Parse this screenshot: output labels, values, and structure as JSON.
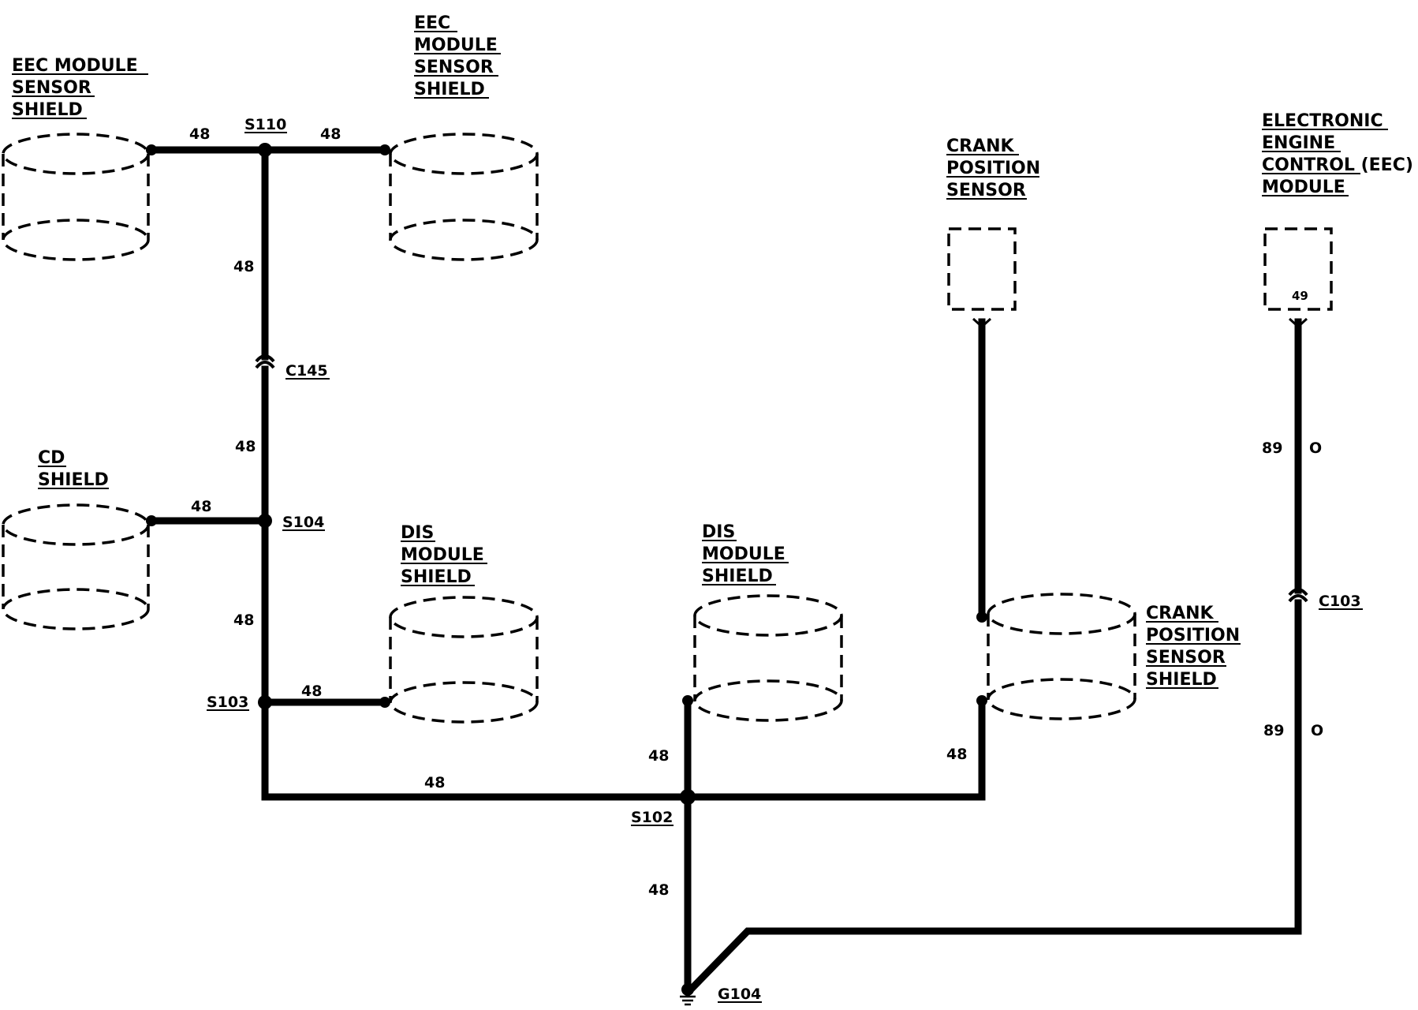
{
  "components": {
    "eec_shield_left": [
      "EEC MODULE",
      "SENSOR",
      "SHIELD"
    ],
    "eec_shield_right": [
      "EEC",
      "MODULE",
      "SENSOR",
      "SHIELD"
    ],
    "cd_shield": [
      "CD",
      "SHIELD"
    ],
    "dis_shield_left": [
      "DIS",
      "MODULE",
      "SHIELD"
    ],
    "dis_shield_right": [
      "DIS",
      "MODULE",
      "SHIELD"
    ],
    "crank_sensor": [
      "CRANK",
      "POSITION",
      "SENSOR"
    ],
    "crank_shield": [
      "CRANK",
      "POSITION",
      "SENSOR",
      "SHIELD"
    ],
    "eec_module": [
      "ELECTRONIC",
      "ENGINE",
      "CONTROL (EEC)",
      "MODULE"
    ]
  },
  "splices": {
    "s110": "S110",
    "s104": "S104",
    "s103": "S103",
    "s102": "S102"
  },
  "connectors": {
    "c145": "C145",
    "c103": "C103"
  },
  "ground": "G104",
  "pins": {
    "eec_pin": "49"
  },
  "wires": {
    "shield_circuit": "48",
    "eec_circuit": "89",
    "eec_color": "O"
  },
  "colors": {
    "line": "#000000",
    "background": "#ffffff"
  }
}
